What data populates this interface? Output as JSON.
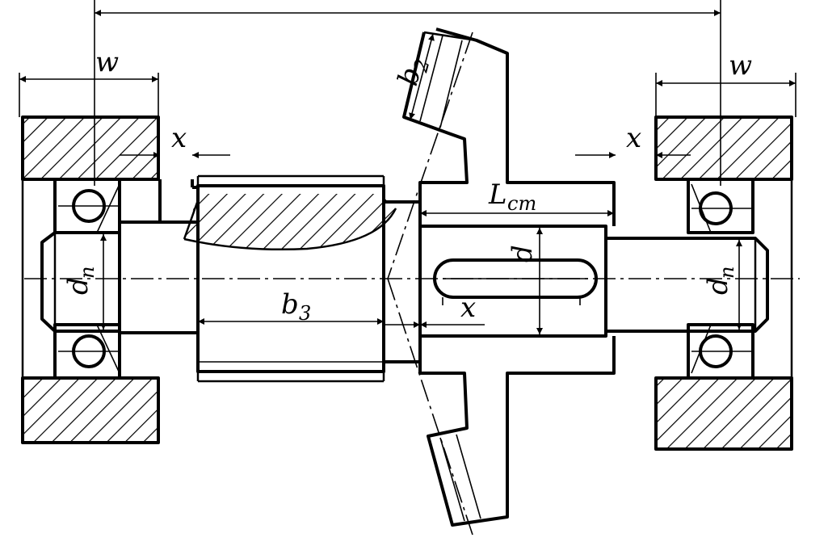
{
  "labels": {
    "w_left": "w",
    "w_right": "w",
    "x_left": "x",
    "x_right": "x",
    "x_hub": "x",
    "b2_base": "b",
    "b2_sub": "2",
    "b3_base": "b",
    "b3_sub": "3",
    "lst_base": "L",
    "lst_sub": "ст",
    "d": "d",
    "dp_left_base": "d",
    "dp_left_sub": "п",
    "dp_right_base": "d",
    "dp_right_sub": "п"
  }
}
